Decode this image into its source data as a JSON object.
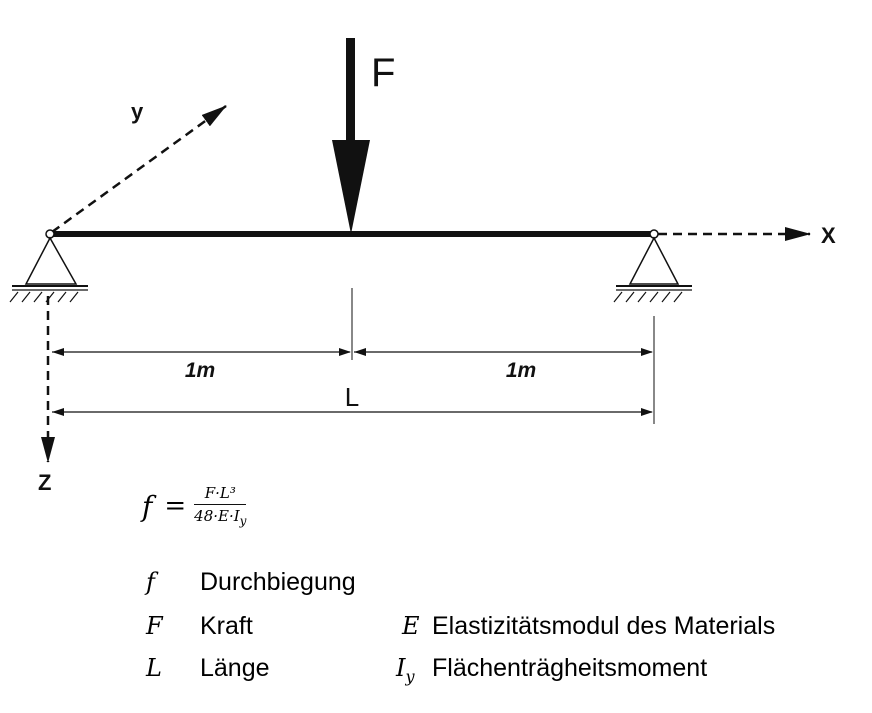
{
  "labels": {
    "force": "F",
    "axis_x": "X",
    "axis_y": "y",
    "axis_z": "Z",
    "dim_left": "1m",
    "dim_right": "1m",
    "dim_total": "L"
  },
  "formula": {
    "lhs": "f",
    "equals": "=",
    "numerator": "F·L³",
    "denominator": "48·E·I",
    "denominator_sub": "y"
  },
  "legend": [
    {
      "symbol": "f",
      "text": "Durchbiegung"
    },
    {
      "symbol": "F",
      "text": "Kraft"
    },
    {
      "symbol": "L",
      "text": "Länge"
    },
    {
      "symbol": "E",
      "text": "Elastizitätsmodul des Materials"
    },
    {
      "symbol": "I",
      "symbol_sub": "y",
      "text": "Flächenträgheitsmoment"
    }
  ]
}
